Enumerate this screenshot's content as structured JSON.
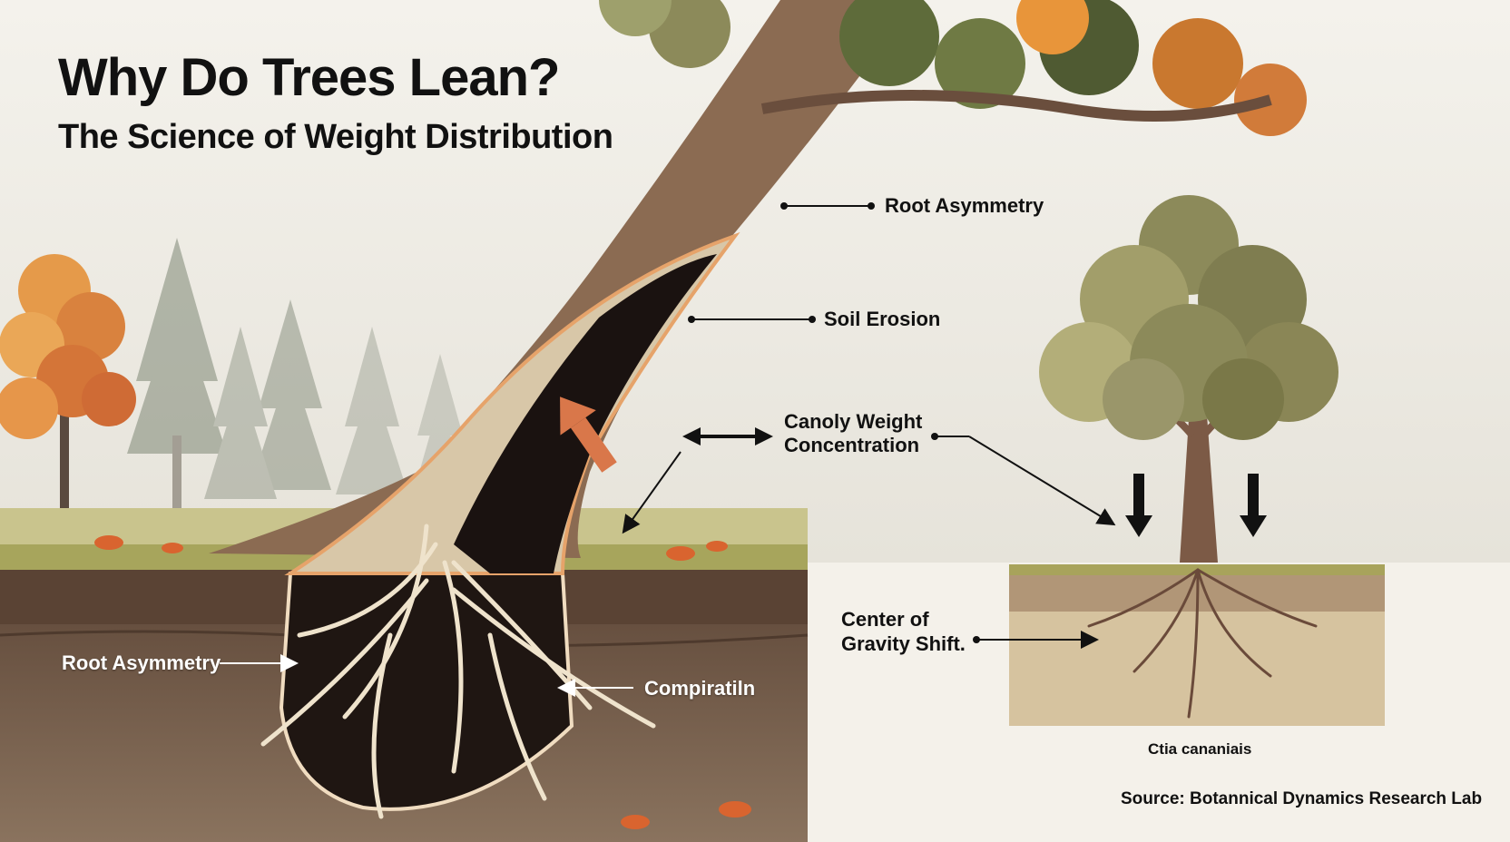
{
  "header": {
    "title": "Why Do Trees Lean?",
    "subtitle": "The Science of Weight Distribution"
  },
  "labels": {
    "root_asymmetry_top": "Root Asymmetry",
    "soil_erosion": "Soil Erosion",
    "canopy_weight_line1": "Canoly Weight",
    "canopy_weight_line2": "Concentration",
    "root_asymmetry_bottom": "Root Asymmetry",
    "compression": "Compiratiln",
    "center_gravity_line1": "Center of",
    "center_gravity_line2": "Gravity Shift.",
    "inset_caption": "Ctia cananiais"
  },
  "footer": {
    "source": "Source: Botannical Dynamics Research Lab"
  },
  "colors": {
    "sky": "#f2efe8",
    "grass": "#a7a55c",
    "soil_dark": "#6e5646",
    "soil_light": "#cdb694",
    "bark": "#8a6a52",
    "foliage": "#8c8a5a",
    "autumn_orange": "#e08a3c",
    "cavity": "#1a1210"
  },
  "icons": {
    "arrow_up": "arrow-up-icon",
    "arrow_down": "arrow-down-icon",
    "double_arrow": "double-arrow-icon"
  }
}
